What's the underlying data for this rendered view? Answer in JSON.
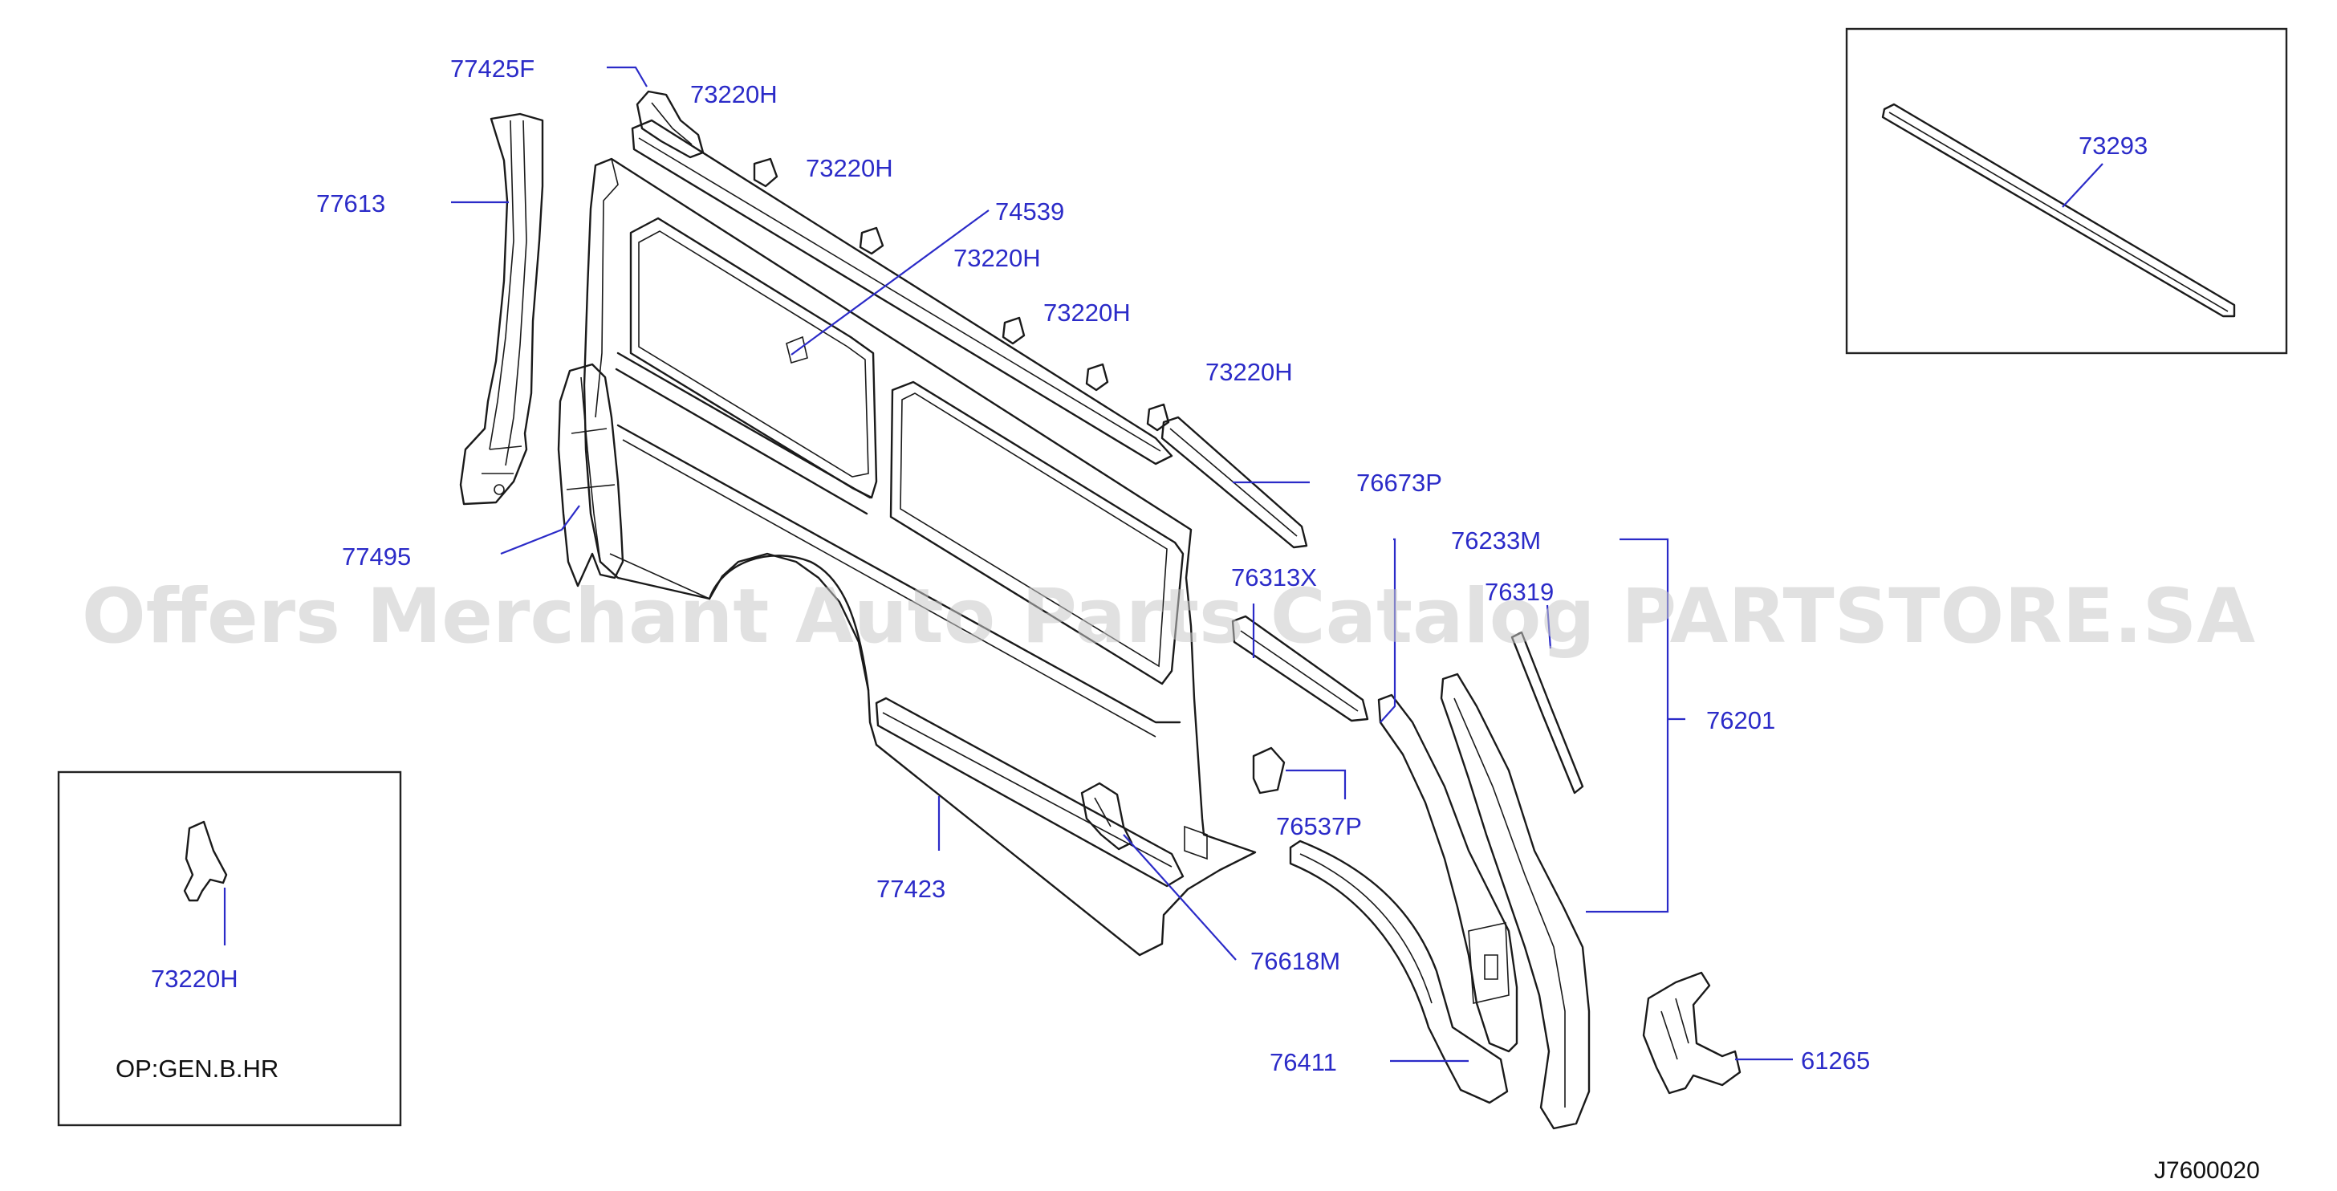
{
  "watermark": "Offers Merchant Auto Parts Catalog PARTSTORE.SA",
  "diagram_code": "J7600020",
  "inset_note": "OP:GEN.B.HR",
  "colors": {
    "label": "#2b2bc8",
    "line": "#1a1a1a",
    "watermark": "#c9c9c9"
  },
  "parts": {
    "p77425F": "77425F",
    "p77613": "77613",
    "p73220H_a": "73220H",
    "p73220H_b": "73220H",
    "p74539": "74539",
    "p73220H_c": "73220H",
    "p73220H_d": "73220H",
    "p73220H_e": "73220H",
    "p76673P": "76673P",
    "p77495": "77495",
    "p76233M": "76233M",
    "p76313X": "76313X",
    "p76319": "76319",
    "p76201": "76201",
    "p76537P": "76537P",
    "p77423": "77423",
    "p76618M": "76618M",
    "p76411": "76411",
    "p61265": "61265",
    "p73293": "73293",
    "p73220H_inset": "73220H"
  }
}
